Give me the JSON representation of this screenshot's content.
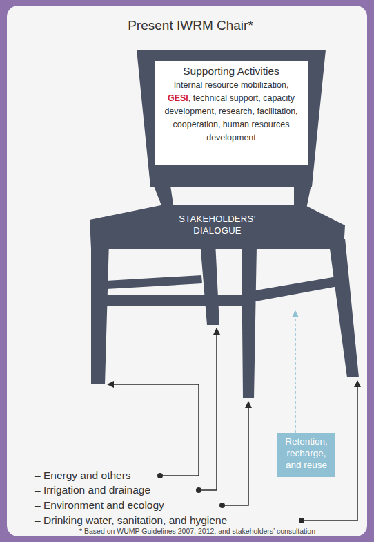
{
  "diagram": {
    "title": "Present IWRM Chair*",
    "caption": "* Based on WUMP Guidelines 2007, 2012, and stakeholders’ consultation",
    "nodes": [
      {
        "text": [
          "Supporting Activities",
          "Internal resource mobilization,",
          "GESI",
          ", technical support, capacity development, research, facilitation, cooperation, human resources development"
        ]
      },
      {
        "text": [
          "STAKEHOLDERS’ DIALOGUE"
        ]
      },
      {
        "text": [
          "Retention, recharge, and reuse"
        ]
      }
    ],
    "labels": [
      "– Energy and others",
      "– Irrigation and drainage",
      "– Environment and ecology",
      "– Drinking water, sanitation, and hygiene"
    ]
  }
}
